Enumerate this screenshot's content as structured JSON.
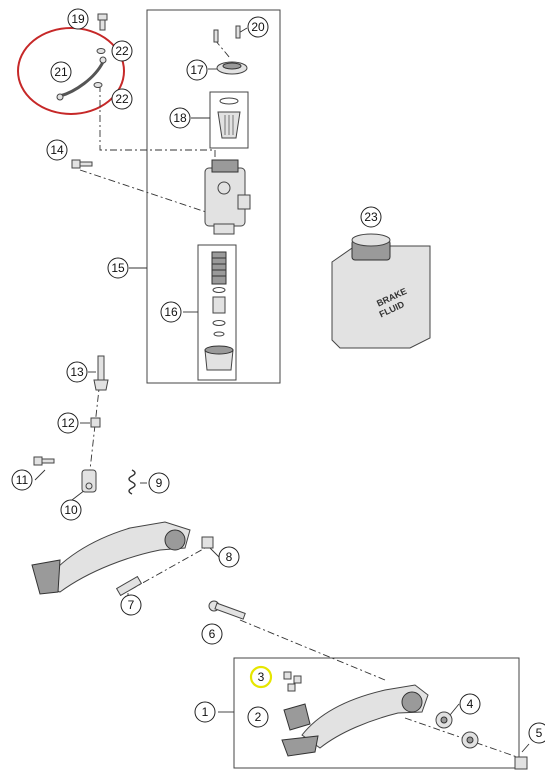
{
  "callouts": {
    "c1": "1",
    "c2": "2",
    "c3": "3",
    "c4": "4",
    "c5": "5",
    "c6": "6",
    "c7": "7",
    "c8": "8",
    "c9": "9",
    "c10": "10",
    "c11": "11",
    "c12": "12",
    "c13": "13",
    "c14": "14",
    "c15": "15",
    "c16": "16",
    "c17": "17",
    "c18": "18",
    "c19": "19",
    "c20": "20",
    "c21": "21",
    "c22a": "22",
    "c22b": "22",
    "c23": "23"
  },
  "bottle": {
    "line1": "BRAKE",
    "line2": "FLUID"
  },
  "colors": {
    "highlight_circle": "#c62828",
    "highlight_callout": "#e6e600",
    "line": "#333333"
  }
}
